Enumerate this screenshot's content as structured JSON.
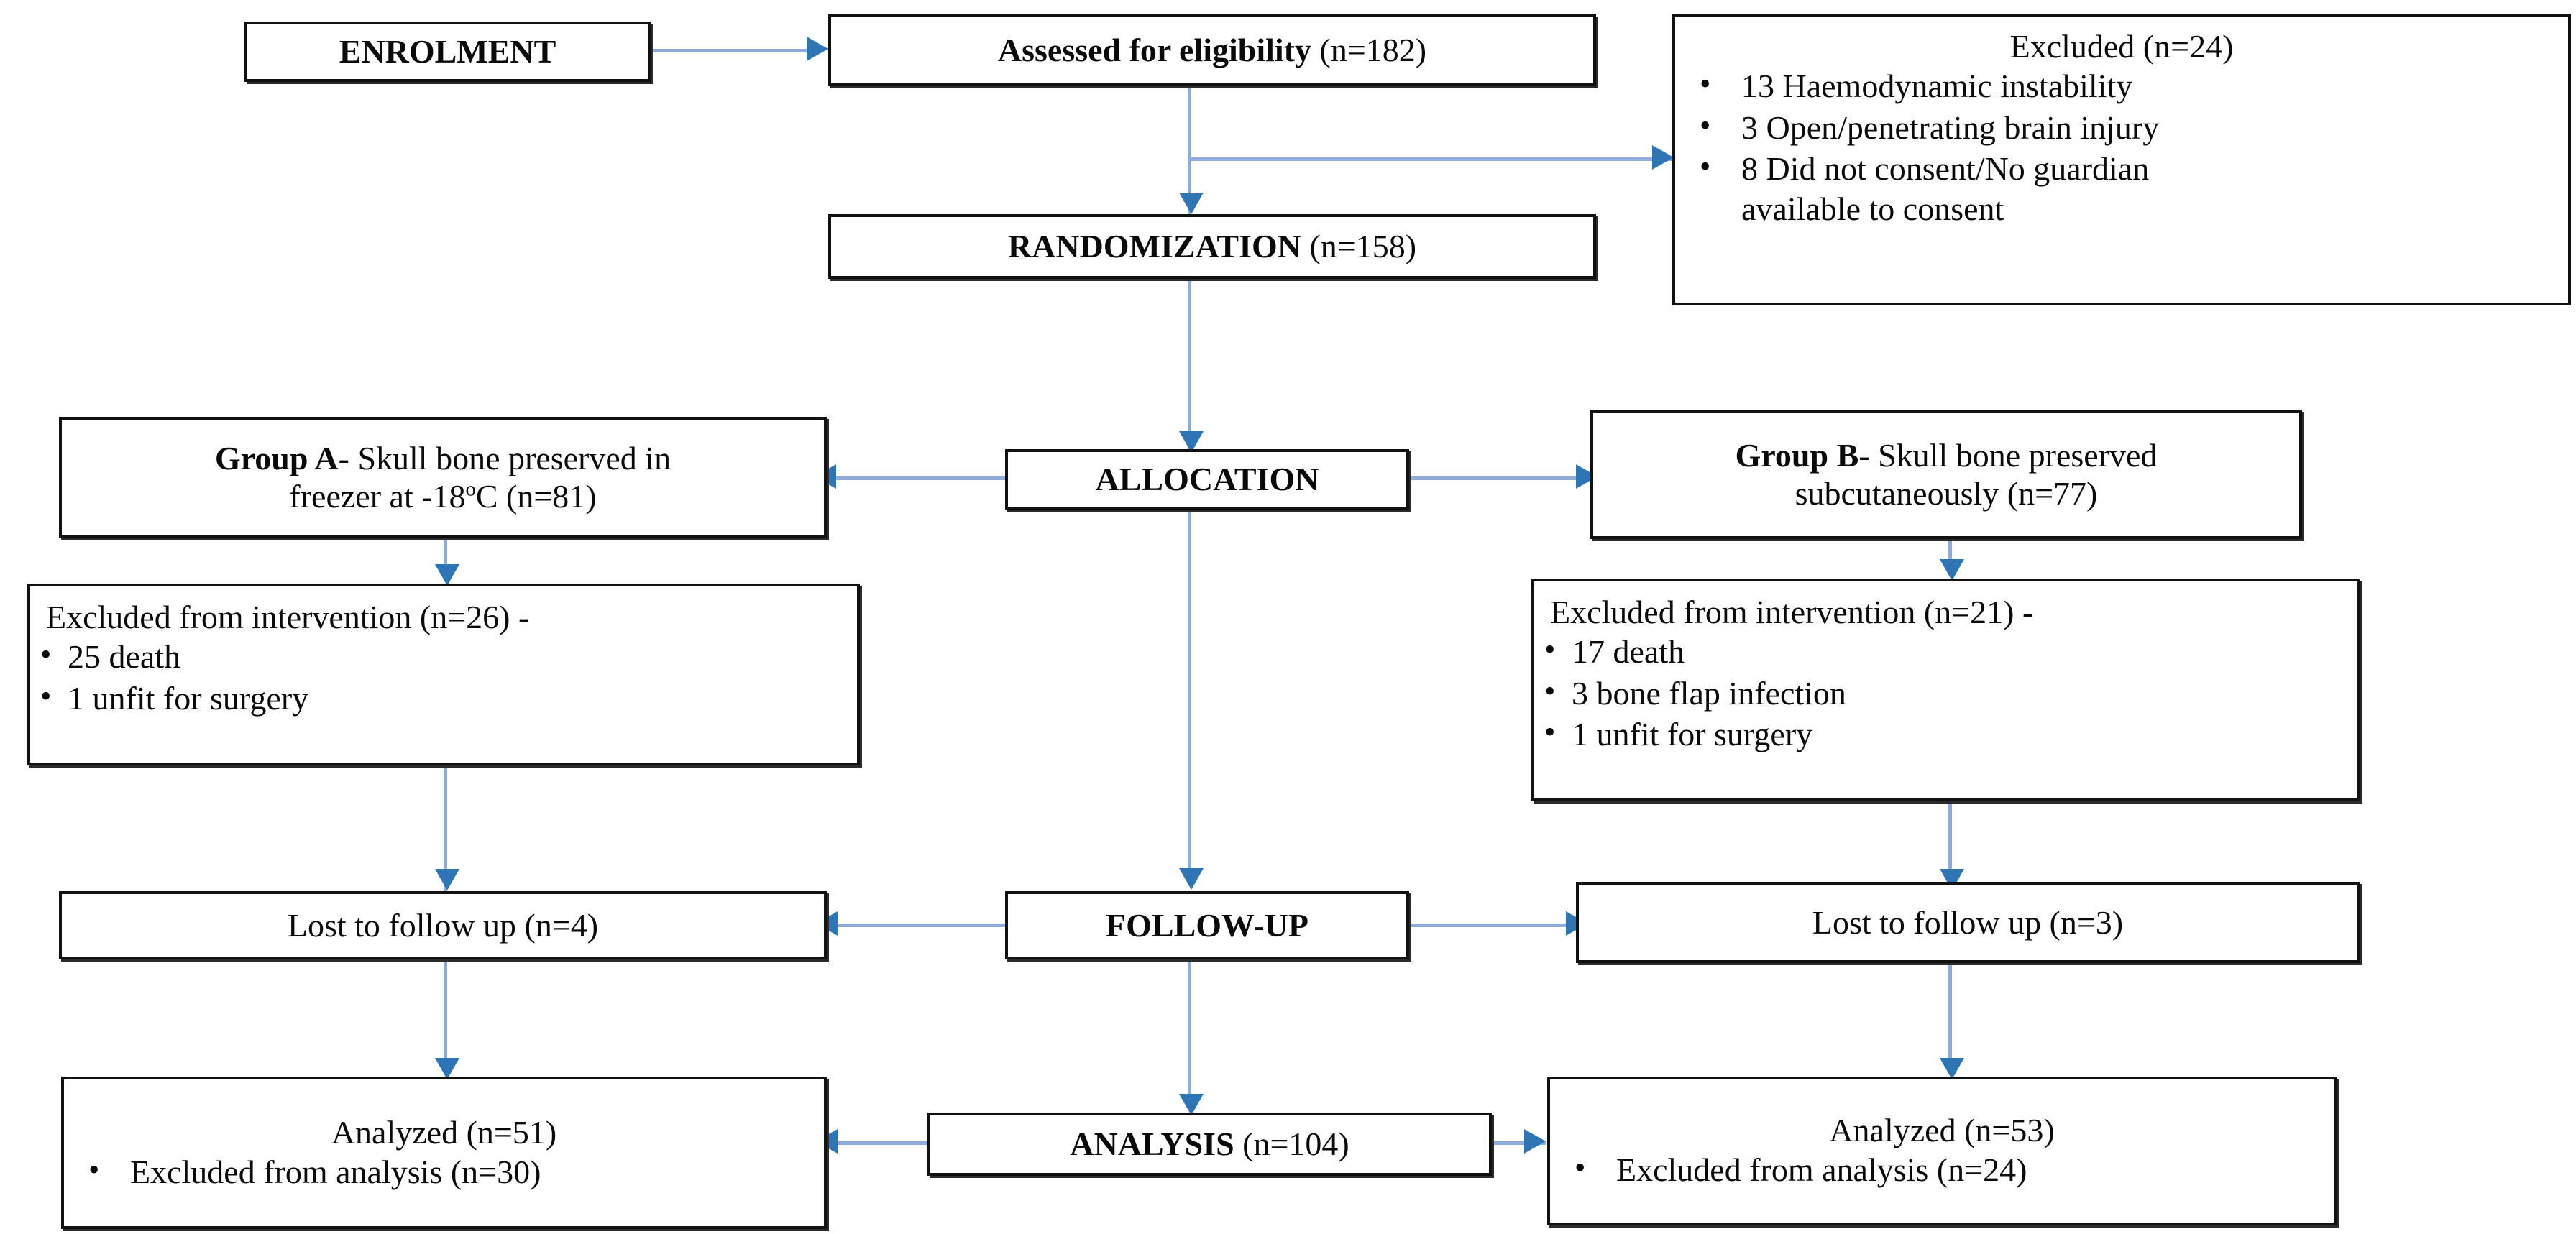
{
  "diagram": {
    "title": "CONSORT Participant Flow Diagram",
    "colors": {
      "connector_line": "#8FAADC",
      "arrow_head": "#2E75B6",
      "box_border": "#111111",
      "text": "#0A0A0A",
      "background": "#FFFFFF"
    }
  },
  "stages": {
    "enrolment_label": "ENROLMENT",
    "randomization_bold": "RANDOMIZATION",
    "randomization_n": " (n=158)",
    "allocation_label": "ALLOCATION",
    "followup_label": "FOLLOW-UP",
    "analysis_bold": "ANALYSIS",
    "analysis_n": " (n=104)"
  },
  "assessed": {
    "bold": "Assessed for eligibility",
    "n": " (n=182)"
  },
  "excluded": {
    "heading": "Excluded (n=24)",
    "reasons": [
      "13 Haemodynamic instability",
      "3 Open/penetrating brain injury",
      "8 Did not consent/No guardian"
    ],
    "reason_3_continuation": "available to consent"
  },
  "group_a": {
    "bold": "Group A",
    "rest_line1": "- Skull bone preserved in",
    "line2_pre": "freezer at -18",
    "line2_sup": "o",
    "line2_post": "C (n=81)"
  },
  "group_b": {
    "bold": "Group B",
    "rest_line1": "- Skull bone preserved",
    "line2": "subcutaneously (n=77)"
  },
  "excluded_intervention_a": {
    "heading": "Excluded from intervention (n=26) -",
    "items": [
      "25 death",
      "1 unfit for surgery"
    ]
  },
  "excluded_intervention_b": {
    "heading": "Excluded from intervention (n=21) -",
    "items": [
      "17 death",
      "3 bone flap infection",
      "1 unfit for surgery"
    ]
  },
  "lost_followup_a": {
    "text": "Lost to follow up (n=4)"
  },
  "lost_followup_b": {
    "text": "Lost to follow up (n=3)"
  },
  "analyzed_a": {
    "heading": "Analyzed (n=51)",
    "items": [
      "Excluded from analysis (n=30)"
    ]
  },
  "analyzed_b": {
    "heading": "Analyzed (n=53)",
    "items": [
      "Excluded from analysis (n=24)"
    ]
  },
  "chart_data": {
    "type": "table",
    "title": "CONSORT Participant Flow",
    "nodes": [
      {
        "id": "enrolment",
        "label": "ENROLMENT",
        "n": null
      },
      {
        "id": "assessed",
        "label": "Assessed for eligibility",
        "n": 182
      },
      {
        "id": "excluded",
        "label": "Excluded",
        "n": 24,
        "breakdown": [
          {
            "reason": "Haemodynamic instability",
            "n": 13
          },
          {
            "reason": "Open/penetrating brain injury",
            "n": 3
          },
          {
            "reason": "Did not consent/No guardian available to consent",
            "n": 8
          }
        ]
      },
      {
        "id": "randomization",
        "label": "RANDOMIZATION",
        "n": 158
      },
      {
        "id": "allocation",
        "label": "ALLOCATION",
        "n": null
      },
      {
        "id": "group_a",
        "label": "Group A - Skull bone preserved in freezer at -18oC",
        "n": 81
      },
      {
        "id": "group_b",
        "label": "Group B - Skull bone preserved subcutaneously",
        "n": 77
      },
      {
        "id": "excl_int_a",
        "label": "Excluded from intervention (Group A)",
        "n": 26,
        "breakdown": [
          {
            "reason": "death",
            "n": 25
          },
          {
            "reason": "unfit for surgery",
            "n": 1
          }
        ]
      },
      {
        "id": "excl_int_b",
        "label": "Excluded from intervention (Group B)",
        "n": 21,
        "breakdown": [
          {
            "reason": "death",
            "n": 17
          },
          {
            "reason": "bone flap infection",
            "n": 3
          },
          {
            "reason": "unfit for surgery",
            "n": 1
          }
        ]
      },
      {
        "id": "followup",
        "label": "FOLLOW-UP",
        "n": null
      },
      {
        "id": "lost_a",
        "label": "Lost to follow up (Group A)",
        "n": 4
      },
      {
        "id": "lost_b",
        "label": "Lost to follow up (Group B)",
        "n": 3
      },
      {
        "id": "analysis",
        "label": "ANALYSIS",
        "n": 104
      },
      {
        "id": "analyzed_a",
        "label": "Analyzed (Group A)",
        "n": 51,
        "breakdown": [
          {
            "reason": "Excluded from analysis",
            "n": 30
          }
        ]
      },
      {
        "id": "analyzed_b",
        "label": "Analyzed (Group B)",
        "n": 53,
        "breakdown": [
          {
            "reason": "Excluded from analysis",
            "n": 24
          }
        ]
      }
    ],
    "edges": [
      {
        "from": "enrolment",
        "to": "assessed"
      },
      {
        "from": "assessed",
        "to": "excluded"
      },
      {
        "from": "assessed",
        "to": "randomization"
      },
      {
        "from": "randomization",
        "to": "allocation"
      },
      {
        "from": "allocation",
        "to": "group_a"
      },
      {
        "from": "allocation",
        "to": "group_b"
      },
      {
        "from": "group_a",
        "to": "excl_int_a"
      },
      {
        "from": "group_b",
        "to": "excl_int_b"
      },
      {
        "from": "allocation",
        "to": "followup"
      },
      {
        "from": "followup",
        "to": "lost_a"
      },
      {
        "from": "followup",
        "to": "lost_b"
      },
      {
        "from": "excl_int_a",
        "to": "lost_a"
      },
      {
        "from": "excl_int_b",
        "to": "lost_b"
      },
      {
        "from": "followup",
        "to": "analysis"
      },
      {
        "from": "analysis",
        "to": "analyzed_a"
      },
      {
        "from": "analysis",
        "to": "analyzed_b"
      },
      {
        "from": "lost_a",
        "to": "analyzed_a"
      },
      {
        "from": "lost_b",
        "to": "analyzed_b"
      }
    ]
  }
}
